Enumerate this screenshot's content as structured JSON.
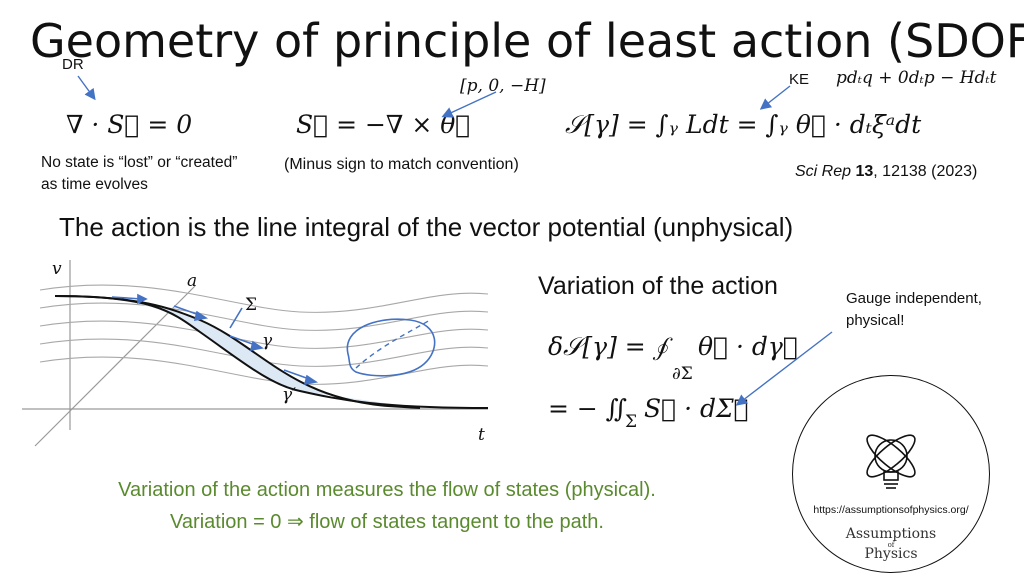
{
  "slide": {
    "title": "Geometry of principle of least action (SDOF)",
    "dr_label": "DR",
    "eq_divergence": "∇ · S⃗ = 0",
    "note_conservation": "No state is “lost” or “created” as time evolves",
    "vector_potential_components": "[p, 0, −H]",
    "eq_curl": "S⃗ = −∇ × θ⃗",
    "note_minus_sign": "(Minus sign to match convention)",
    "ke_label": "KE",
    "one_form_expr": "pdₜq + 0dₜp − Hdₜt",
    "eq_action": "𝒮[γ] = ∫ᵧ Ldt = ∫ᵧ θ⃗ · dₜξᵃdt",
    "citation": {
      "journal": "Sci Rep",
      "volume": "13",
      "rest": ", 12138 (2023)"
    },
    "subtitle": "The action is the line integral of the vector potential (unphysical)",
    "diagram": {
      "axis_v": "v",
      "axis_t": "t",
      "label_a": "a",
      "label_sigma": "Σ",
      "label_gamma": "γ",
      "label_gamma_prime": "γ′"
    },
    "variation_heading": "Variation of the action",
    "eq_variation_1": "δ𝒮[γ] = ∮",
    "eq_variation_1_rhs": "θ⃗ · dγ⃗",
    "eq_variation_1_sub": "∂Σ",
    "eq_variation_2": "= − ∬",
    "eq_variation_2_sub": "Σ",
    "eq_variation_2_rhs": "S⃗ · dΣ⃗",
    "gauge_note": "Gauge independent, physical!",
    "conclusion_line1": "Variation of the action measures the flow of states (physical).",
    "conclusion_line2": "Variation = 0 ⇒ flow of states tangent to the path.",
    "logo": {
      "url": "https://assumptionsofphysics.org/",
      "word1": "Assumptions",
      "word2": "of",
      "word3": "Physics"
    },
    "colors": {
      "green_text": "#5a8a2e",
      "arrow_blue": "#4472c4",
      "shaded_region": "#dce8f4"
    }
  }
}
